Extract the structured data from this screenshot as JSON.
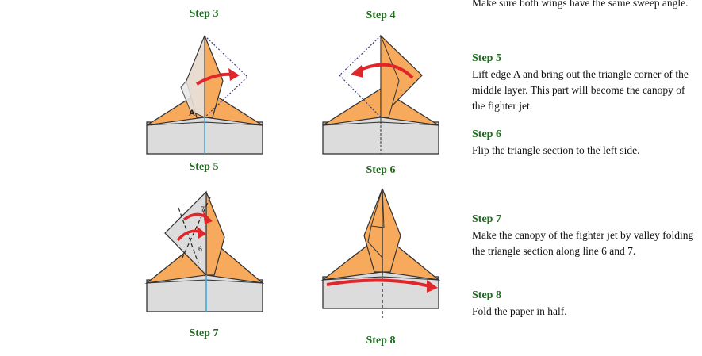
{
  "steps_left": {
    "s3": "Step 3",
    "s4": "Step 4",
    "s5": "Step 5",
    "s6": "Step 6",
    "s7": "Step 7",
    "s8": "Step 8"
  },
  "diagram_labels": {
    "edge_a": "A",
    "line_6": "6",
    "line_7": "7"
  },
  "instructions": {
    "intro": "Make sure both wings have the same sweep angle.",
    "step5_title": "Step 5",
    "step5_text": "Lift edge A and bring out the triangle corner of the middle layer. This part will become the canopy of the fighter jet.",
    "step6_title": "Step 6",
    "step6_text": "Flip the triangle section to the left side.",
    "step7_title": "Step 7",
    "step7_text": " Make the canopy of the fighter jet by valley folding the triangle section along line 6 and 7.",
    "step8_title": "Step 8",
    "step8_text": "Fold the paper in half."
  },
  "colors": {
    "paper_orange": "#f7a95c",
    "paper_gray": "#dcdcdc",
    "arrow_red": "#e0262a",
    "guide_blue": "#3aa5d6",
    "step_green": "#1f6b1f"
  }
}
